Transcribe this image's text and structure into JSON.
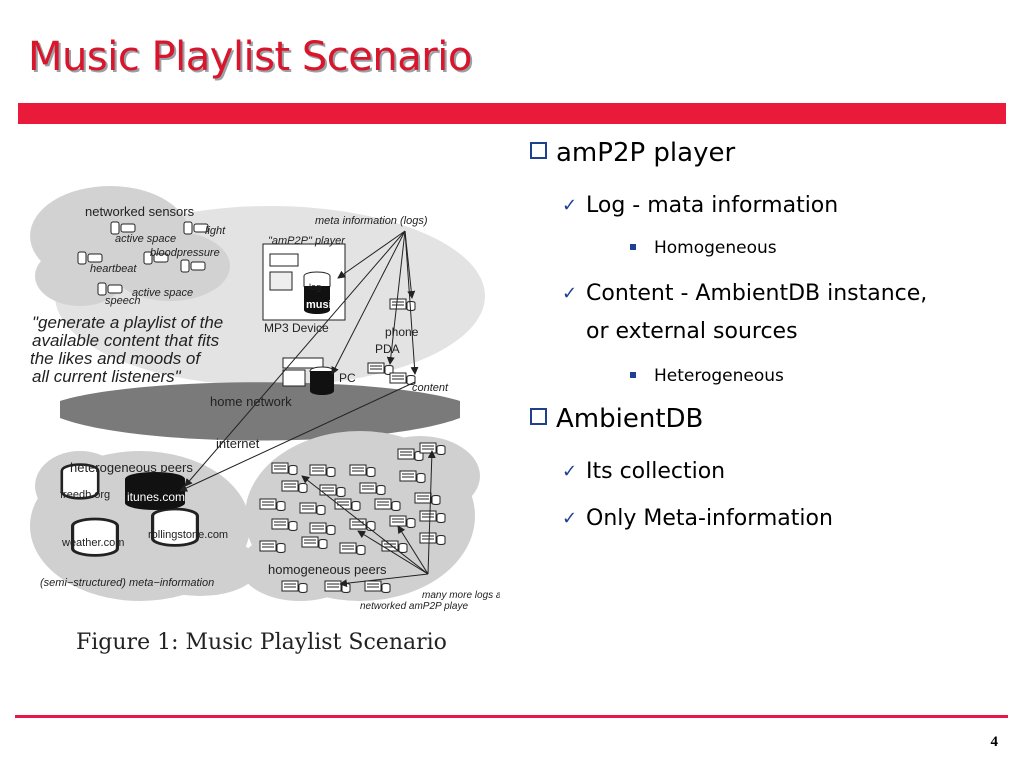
{
  "slide": {
    "title": "Music Playlist Scenario",
    "page_number": "4"
  },
  "bullets": [
    {
      "level": 1,
      "marker": "square-bullet-icon",
      "text": "amP2P player"
    },
    {
      "level": 2,
      "marker": "check-icon",
      "text": "Log - mata information"
    },
    {
      "level": 3,
      "marker": "small-square-icon",
      "text": "Homogeneous"
    },
    {
      "level": 2,
      "marker": "check-icon",
      "text": "Content - AmbientDB instance,\nor external sources"
    },
    {
      "level": 3,
      "marker": "small-square-icon",
      "text": "Heterogeneous"
    },
    {
      "level": 1,
      "marker": "square-bullet-icon",
      "text": "AmbientDB"
    },
    {
      "level": 2,
      "marker": "check-icon",
      "text": "Its collection"
    },
    {
      "level": 2,
      "marker": "check-icon",
      "text": "Only Meta-information"
    }
  ],
  "figure": {
    "caption": "Figure 1:  Music Playlist Scenario",
    "labels": {
      "networked_sensors": "networked sensors",
      "active_space_1": "active space",
      "light": "light",
      "bloodpressure": "bloodpressure",
      "heartbeat": "heartbeat",
      "active_space_2": "active space",
      "speech": "speech",
      "quote_1": "\"generate a playlist of the",
      "quote_2": "available content that fits",
      "quote_3": "the likes and moods of",
      "quote_4": "all current listeners\"",
      "meta_information": "meta information (logs)",
      "amp2p_player": "\"amP2P\" player",
      "log": "log",
      "music": "music",
      "mp3_device": "MP3 Device",
      "phone": "phone",
      "pda": "PDA",
      "pc": "PC",
      "content": "content",
      "home_network": "home network",
      "internet": "internet",
      "heterogeneous_peers": "heterogeneous peers",
      "freedb": "freedb.org",
      "itunes": "itunes.com",
      "rollingstone": "rollingstone.com",
      "weather": "weather.com",
      "semi_structured": "(semi−structured) meta−information",
      "homogeneous_peers": "homogeneous peers",
      "many_more_1": "many more logs at",
      "many_more_2": "networked amP2P playe"
    }
  }
}
